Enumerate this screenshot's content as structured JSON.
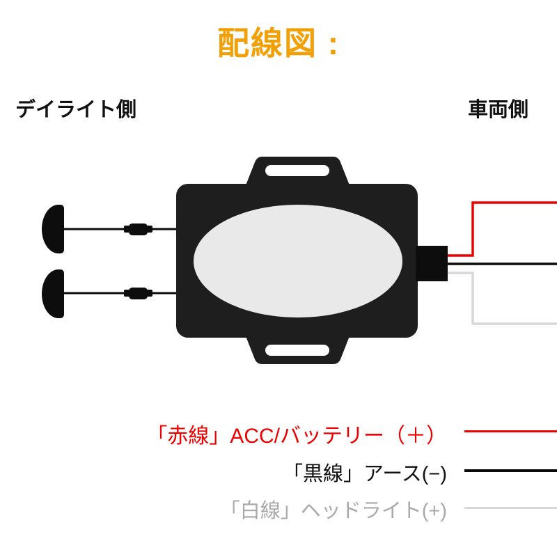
{
  "title": "配線図 :",
  "labels": {
    "left": "デイライト側",
    "right": "車両側"
  },
  "diagram": {
    "daylight_unit_count": 2,
    "parts": [
      "daylight-unit",
      "inline-connector",
      "control-box",
      "mounting-tab",
      "output-connector"
    ]
  },
  "legend": [
    {
      "label": "「赤線」ACC/バッテリー（＋）",
      "color": "#EE0000"
    },
    {
      "label": "「黒線」アース(−)",
      "color": "#111111"
    },
    {
      "label": "「白線」ヘッドライト(+)",
      "color": "#A9A9A9"
    }
  ],
  "colors": {
    "title_orange": "#F2A007",
    "red_wire": "#EE0000",
    "black_wire": "#0a0a0a",
    "white_wire": "#D8D8D8",
    "box_black": "#1E1E1E",
    "ellipse_gray": "#E9E9E9"
  }
}
